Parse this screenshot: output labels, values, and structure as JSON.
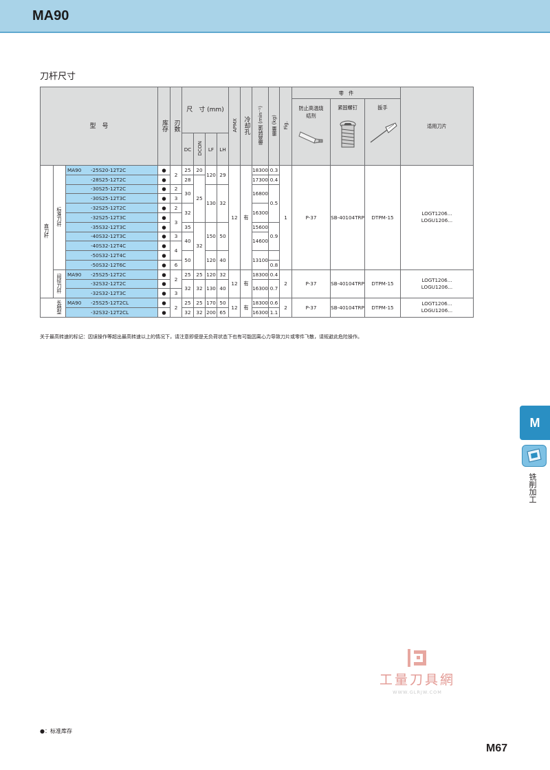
{
  "header": {
    "title": "MA90"
  },
  "section_title": "刀杆尺寸",
  "table_head": {
    "model": "型　号",
    "stock": "库存",
    "teeth": "刃数",
    "dimensions": "尺　寸 (mm)",
    "dc": "DC",
    "dcon": "DCON",
    "lf": "LF",
    "lh": "LH",
    "apmx": "APMX",
    "coolant": "冷却孔",
    "max_rpm": "最高转速 (min⁻¹)",
    "weight": "重量 (kg)",
    "fig": "Fig.",
    "parts": "零　件",
    "part1": "防止高温烧结剂",
    "part2": "紧固螺钉",
    "part3": "扳手",
    "insert": "适用刀片",
    "icons": {
      "part1": "paste-tube-icon",
      "part2": "screw-icon",
      "part3": "wrench-icon"
    }
  },
  "groups": {
    "straight": "直刀杆",
    "standard": "标准刀杆",
    "reduced": "间径刀杆",
    "long": "长柄型"
  },
  "stock_mark": "●",
  "rows": [
    {
      "pre": "MA90",
      "model": "-25S20-12T2C"
    },
    {
      "pre": "",
      "model": "-28S25-12T2C"
    },
    {
      "pre": "",
      "model": "-30S25-12T2C"
    },
    {
      "pre": "",
      "model": "-30S25-12T3C"
    },
    {
      "pre": "",
      "model": "-32S25-12T2C"
    },
    {
      "pre": "",
      "model": "-32S25-12T3C"
    },
    {
      "pre": "",
      "model": "-35S32-12T3C"
    },
    {
      "pre": "",
      "model": "-40S32-12T3C"
    },
    {
      "pre": "",
      "model": "-40S32-12T4C"
    },
    {
      "pre": "",
      "model": "-50S32-12T4C"
    },
    {
      "pre": "",
      "model": "-50S32-12T6C"
    },
    {
      "pre": "MA90",
      "model": "-25S25-12T2C"
    },
    {
      "pre": "",
      "model": "-32S32-12T2C"
    },
    {
      "pre": "",
      "model": "-32S32-12T3C"
    },
    {
      "pre": "MA90",
      "model": "-25S25-12T2CL"
    },
    {
      "pre": "",
      "model": "-32S32-12T2CL"
    }
  ],
  "vals": {
    "t2": "2",
    "t3": "3",
    "t4": "4",
    "t6": "6",
    "dc25": "25",
    "dc28": "28",
    "dc30": "30",
    "dc32": "32",
    "dc35": "35",
    "dc40": "40",
    "dc50": "50",
    "dcon20": "20",
    "dcon25": "25",
    "dcon32": "32",
    "lf120": "120",
    "lf130": "130",
    "lf150": "150",
    "lf170": "170",
    "lf200": "200",
    "lh29": "29",
    "lh32": "32",
    "lh50": "50",
    "lh40": "40",
    "lh65": "65",
    "apmx": "12",
    "coolant": "有",
    "rpm18300": "18300",
    "rpm17300": "17300",
    "rpm16800": "16800",
    "rpm16300": "16300",
    "rpm15600": "15600",
    "rpm14600": "14600",
    "rpm13100": "13100",
    "w03": "0.3",
    "w04": "0.4",
    "w05": "0.5",
    "w09": "0.9",
    "w08": "0.8",
    "w07": "0.7",
    "w06": "0.6",
    "w11": "1.1",
    "fig1": "1",
    "fig2": "2",
    "part1": "P-37",
    "part2": "SB-40104TRP",
    "part3": "DTPM-15",
    "insert1": "LOGT1206...",
    "insert2": "LOGU1206..."
  },
  "note": "关于最高转速的标记：因误操作等超出最高转速以上的情况下，请注意即便是无负荷状态下也有可能因离心力导致刀片或零件飞散，请规避此危险操作。",
  "side_tab": {
    "letter": "M",
    "text": "铣削加工"
  },
  "watermark": {
    "title": "工量刀具網",
    "url": "WWW.GLRJW.COM"
  },
  "legend": "●：标准库存",
  "page_number": "M67"
}
